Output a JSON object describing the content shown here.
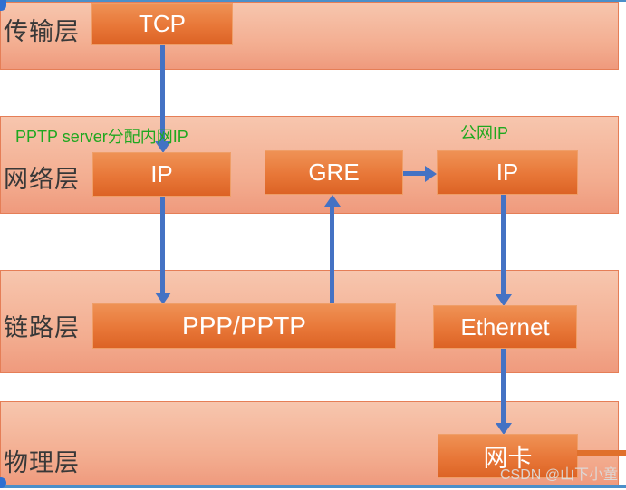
{
  "diagram": {
    "layers": [
      {
        "id": "transport",
        "label": "传输层"
      },
      {
        "id": "network",
        "label": "网络层"
      },
      {
        "id": "link",
        "label": "链路层"
      },
      {
        "id": "physical",
        "label": "物理层"
      }
    ],
    "boxes": [
      {
        "id": "tcp",
        "label": "TCP"
      },
      {
        "id": "ip-inner",
        "label": "IP"
      },
      {
        "id": "gre",
        "label": "GRE"
      },
      {
        "id": "ip-outer",
        "label": "IP"
      },
      {
        "id": "ppp-pptp",
        "label": "PPP/PPTP"
      },
      {
        "id": "ethernet",
        "label": "Ethernet"
      },
      {
        "id": "nic",
        "label": "网卡"
      }
    ],
    "annotations": [
      {
        "id": "private-ip",
        "text": "PPTP server分配内网IP"
      },
      {
        "id": "public-ip",
        "text": "公网IP"
      }
    ],
    "watermark": "CSDN @山下小童",
    "colors": {
      "band_top": "#f7c6ae",
      "band_bottom": "#ef9a7d",
      "band_border": "#e57e57",
      "box_top": "#ef9255",
      "box_bottom": "#dc6325",
      "arrow": "#4472c4",
      "annotation_green": "#1fa81f",
      "label_dark": "#383838",
      "connector_orange": "#e0702c",
      "frame_blue": "#4b8fc9"
    }
  }
}
